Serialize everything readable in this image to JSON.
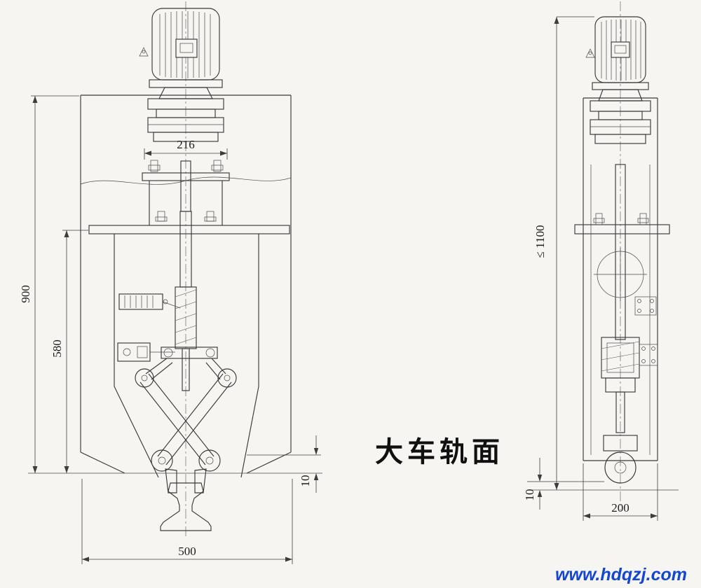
{
  "colors": {
    "paper": "#f6f5f2",
    "ink": "#3a3a3a",
    "watermark_blue": "#1447cf"
  },
  "drawing": {
    "rail_surface_label": "大车轨面",
    "watermark": "www.hdqzj.com",
    "front_view": {
      "dim_flange_width": "216",
      "dim_overall_height": "900",
      "dim_body_height": "580",
      "dim_clearance": "10",
      "dim_base_width": "500"
    },
    "side_view": {
      "dim_max_height": "≤ 1100",
      "dim_clearance": "10",
      "dim_base_width": "200"
    }
  }
}
